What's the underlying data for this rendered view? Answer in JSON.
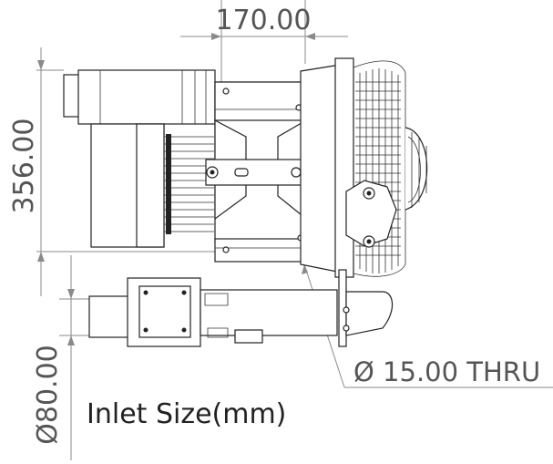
{
  "dimensions": {
    "width_label": "170.00",
    "height_label": "356.00",
    "inlet_label": "Ø80.00",
    "hole_label": "Ø 15.00 THRU"
  },
  "caption": "Inlet Size(mm)"
}
